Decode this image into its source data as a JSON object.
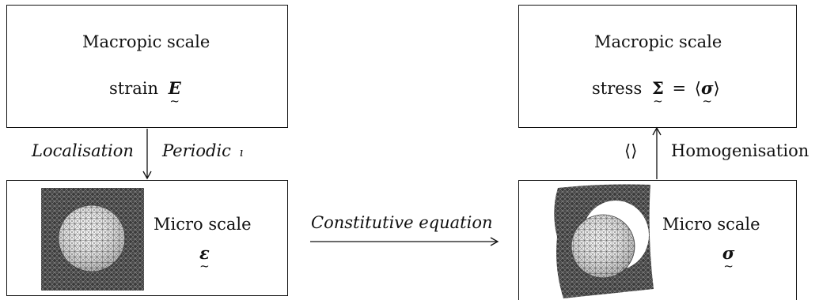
{
  "top_left": {
    "title": "Macropic scale",
    "quantity_label": "strain",
    "symbol": "E"
  },
  "top_right": {
    "title": "Macropic scale",
    "quantity_label": "stress",
    "symbol": "Σ",
    "equals": "=",
    "average_open": "⟨",
    "average_symbol": "σ",
    "average_close": "⟩"
  },
  "left_arrow": {
    "label_left": "Localisation",
    "label_right": "Periodic",
    "label_cut": "ı"
  },
  "right_arrow": {
    "label_left": "⟨⟩",
    "label_right": "Homogenisation"
  },
  "middle_arrow": {
    "label": "Constitutive equation"
  },
  "bottom_left": {
    "title": "Micro scale",
    "symbol": "ε"
  },
  "bottom_right": {
    "title": "Micro scale",
    "symbol": "σ"
  }
}
